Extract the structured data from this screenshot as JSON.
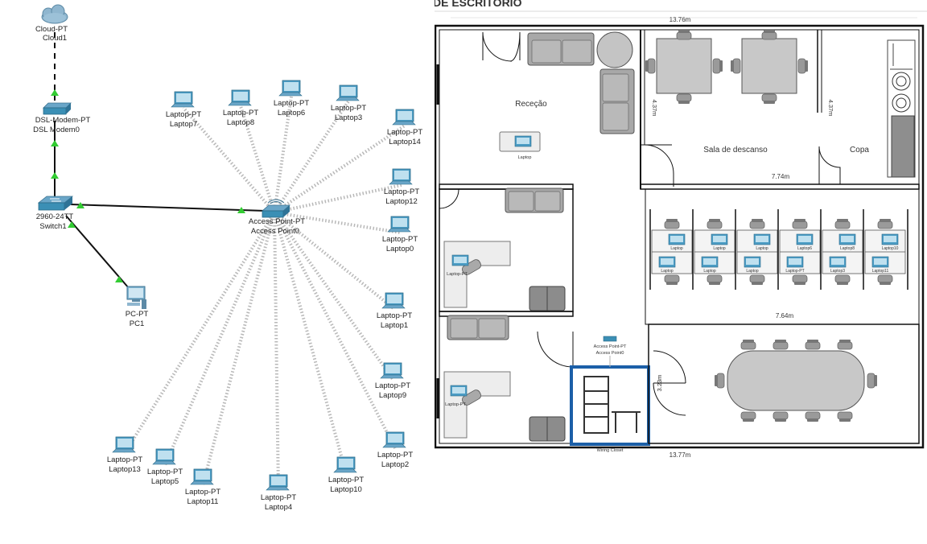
{
  "header_fragment": "DE ESCRITÓRIO",
  "topology": {
    "cloud": {
      "type": "Cloud-PT",
      "name": "Cloud1"
    },
    "modem": {
      "type": "DSL-Modem-PT",
      "name": "DSL Modem0"
    },
    "switch": {
      "type": "2960-24TT",
      "name": "Switch1"
    },
    "pc": {
      "type": "PC-PT",
      "name": "PC1"
    },
    "access_point": {
      "type": "Access Point-PT",
      "name": "Access Point0"
    },
    "laptop_type": "Laptop-PT",
    "laptops": [
      "Laptop7",
      "Laptop8",
      "Laptop6",
      "Laptop3",
      "Laptop14",
      "Laptop12",
      "Laptop0",
      "Laptop1",
      "Laptop9",
      "Laptop2",
      "Laptop10",
      "Laptop4",
      "Laptop11",
      "Laptop5",
      "Laptop13"
    ]
  },
  "floor_plan": {
    "rooms": {
      "reception": "Receção",
      "rest_room": "Sala de descanso",
      "kitchen": "Copa"
    },
    "dimensions": {
      "top_width": "13.76m",
      "bottom_width": "13.77m",
      "rest_height": "4.37m",
      "copa_height": "4.37m",
      "rest_width": "7.74m",
      "office_width": "7.64m",
      "meeting_height": "3.23m"
    },
    "wiring_closet_label": "Wiring Closet",
    "ap_label_type": "Access Point-PT",
    "ap_label_name": "Access Point0",
    "small_laptop_type": "Laptop-PT",
    "reception_laptop": "Laptop",
    "office_laptops": [
      "Laptop",
      "Laptop",
      "Laptop",
      "Laptop",
      "Laptop",
      "Laptop",
      "Laptop6",
      "Laptop-PT",
      "Laptop8",
      "Laptop3",
      "Laptop10",
      "Laptop11",
      "Laptop7",
      "Laptop-PT",
      "Laptop5",
      "Laptop-PT",
      "Laptop4",
      "Laptop-PT"
    ],
    "side_laptop_a": "Laptop-PT",
    "side_laptop_b": "Laptop-PT"
  },
  "colors": {
    "link": "#111111",
    "wireless": "#b8b8b8",
    "link_up": "#33cc33",
    "device": "#3b8fb5",
    "furniture": "#a8a8a8",
    "wiring_closet_border": "#1b5fa8"
  }
}
